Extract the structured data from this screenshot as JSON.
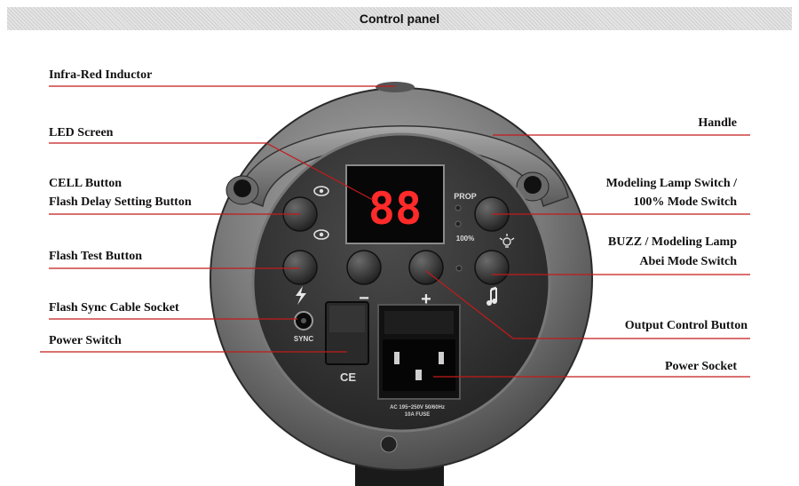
{
  "header": {
    "title": "Control panel"
  },
  "callouts": {
    "infra_red_inductor": "Infra-Red Inductor",
    "led_screen": "LED Screen",
    "cell_button": "CELL Button",
    "flash_delay_button": "Flash Delay Setting Button",
    "flash_test_button": "Flash Test Button",
    "flash_sync_socket": "Flash Sync Cable Socket",
    "power_switch": "Power Switch",
    "handle": "Handle",
    "modeling_switch_line1": "Modeling Lamp Switch /",
    "modeling_switch_line2": "100% Mode Switch",
    "buzz_line1": "BUZZ / Modeling Lamp",
    "buzz_line2": "Abei Mode Switch",
    "output_control_button": "Output Control Button",
    "power_socket": "Power Socket"
  },
  "panel": {
    "led_value": "88",
    "prop_label": "PROP",
    "hundred_label": "100%",
    "sync_label": "SYNC",
    "ce_mark": "CE",
    "minus": "−",
    "plus": "+",
    "rating_line1": "AC 195~250V 50/60Hz",
    "rating_line2": "10A FUSE"
  },
  "colors": {
    "leader_line": "#c41a1a",
    "led_red": "#ff2a2a",
    "housing_dark": "#3e3e3e",
    "housing_mid": "#8a8a8a"
  }
}
